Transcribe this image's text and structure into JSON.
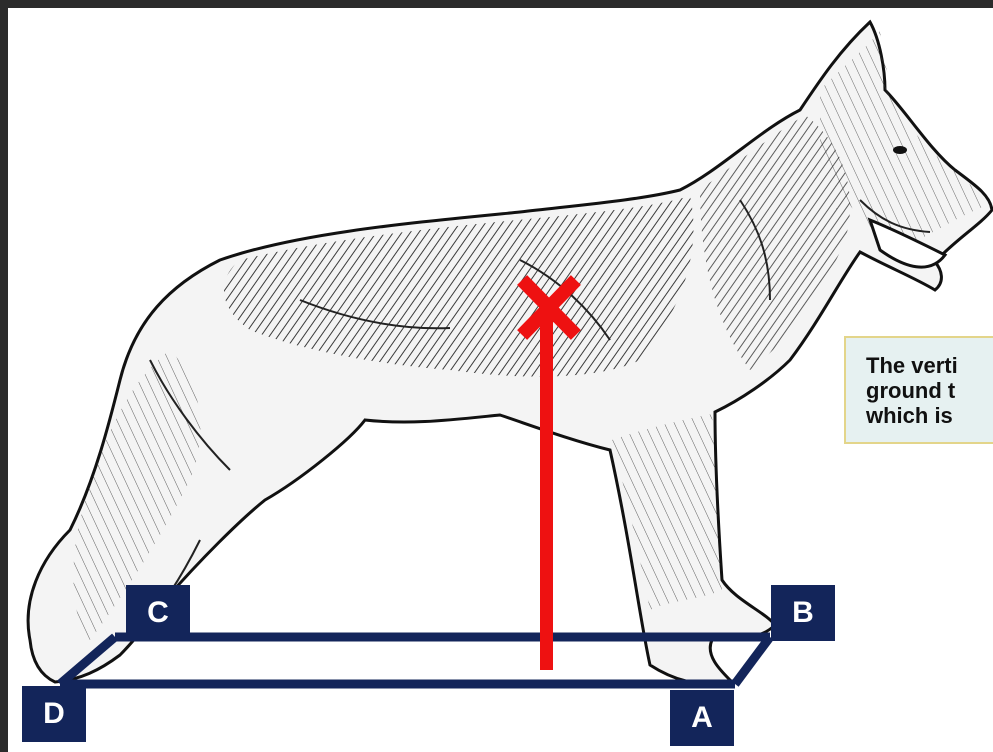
{
  "corners": {
    "a": "A",
    "b": "B",
    "c": "C",
    "d": "D"
  },
  "info_box": {
    "line1": "The verti",
    "line2": "ground t",
    "line3": "which is"
  },
  "colors": {
    "frame": "#2b2b2b",
    "label_bg": "#13255a",
    "support_lines": "#13255a",
    "center_of_gravity": "#ee1111",
    "info_box_bg": "#e6f1f1",
    "info_box_border": "#e3d58a"
  },
  "icons": {
    "center_marker": "x-marker-icon",
    "animal": "german-shepherd-sketch"
  }
}
